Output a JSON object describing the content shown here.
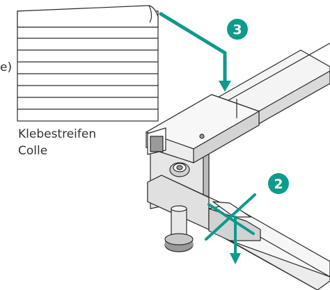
{
  "cropped_label_fragment": "e)",
  "tape_caption_de": "Klebestreifen",
  "tape_caption_fr": "Colle",
  "steps": [
    {
      "number": "3"
    },
    {
      "number": "2"
    }
  ],
  "colors": {
    "accent_teal": "#0e9a8c",
    "badge_fill": "#0e9a8c",
    "badge_text": "#ffffff",
    "outline": "#2b2b2b",
    "shade_light": "#e3e3e3",
    "shade_mid": "#cfcfcf",
    "shade_dark": "#8c8c8c"
  }
}
